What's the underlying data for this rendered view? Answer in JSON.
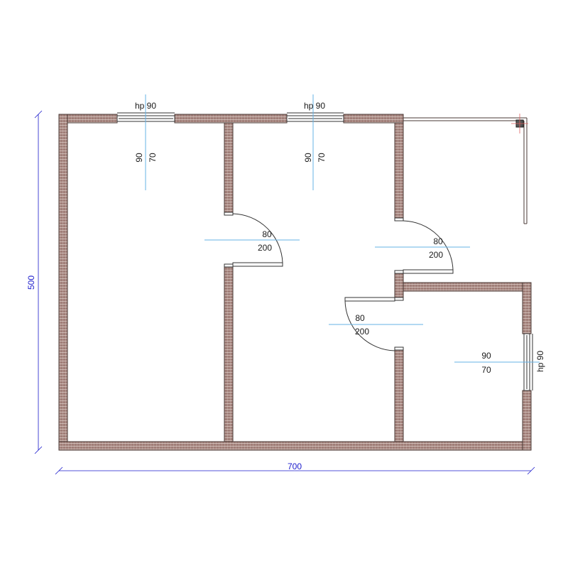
{
  "colors": {
    "wall_fill": "#a07e78",
    "wall_hatch": "#e8dcd6",
    "wall_edge": "#4a3a36",
    "dimension": "#1a1acc",
    "guide": "#66b3e6",
    "text": "#1a1a1a"
  },
  "dimensions": {
    "width": "700",
    "height": "500"
  },
  "windows": [
    {
      "label": "hp 90",
      "w": "90",
      "h": "70"
    },
    {
      "label": "hp 90",
      "w": "90",
      "h": "70"
    },
    {
      "label": "hp 90",
      "w": "90",
      "h": "70"
    }
  ],
  "doors": [
    {
      "w": "80",
      "h": "200"
    },
    {
      "w": "80",
      "h": "200"
    },
    {
      "w": "80",
      "h": "200"
    }
  ]
}
